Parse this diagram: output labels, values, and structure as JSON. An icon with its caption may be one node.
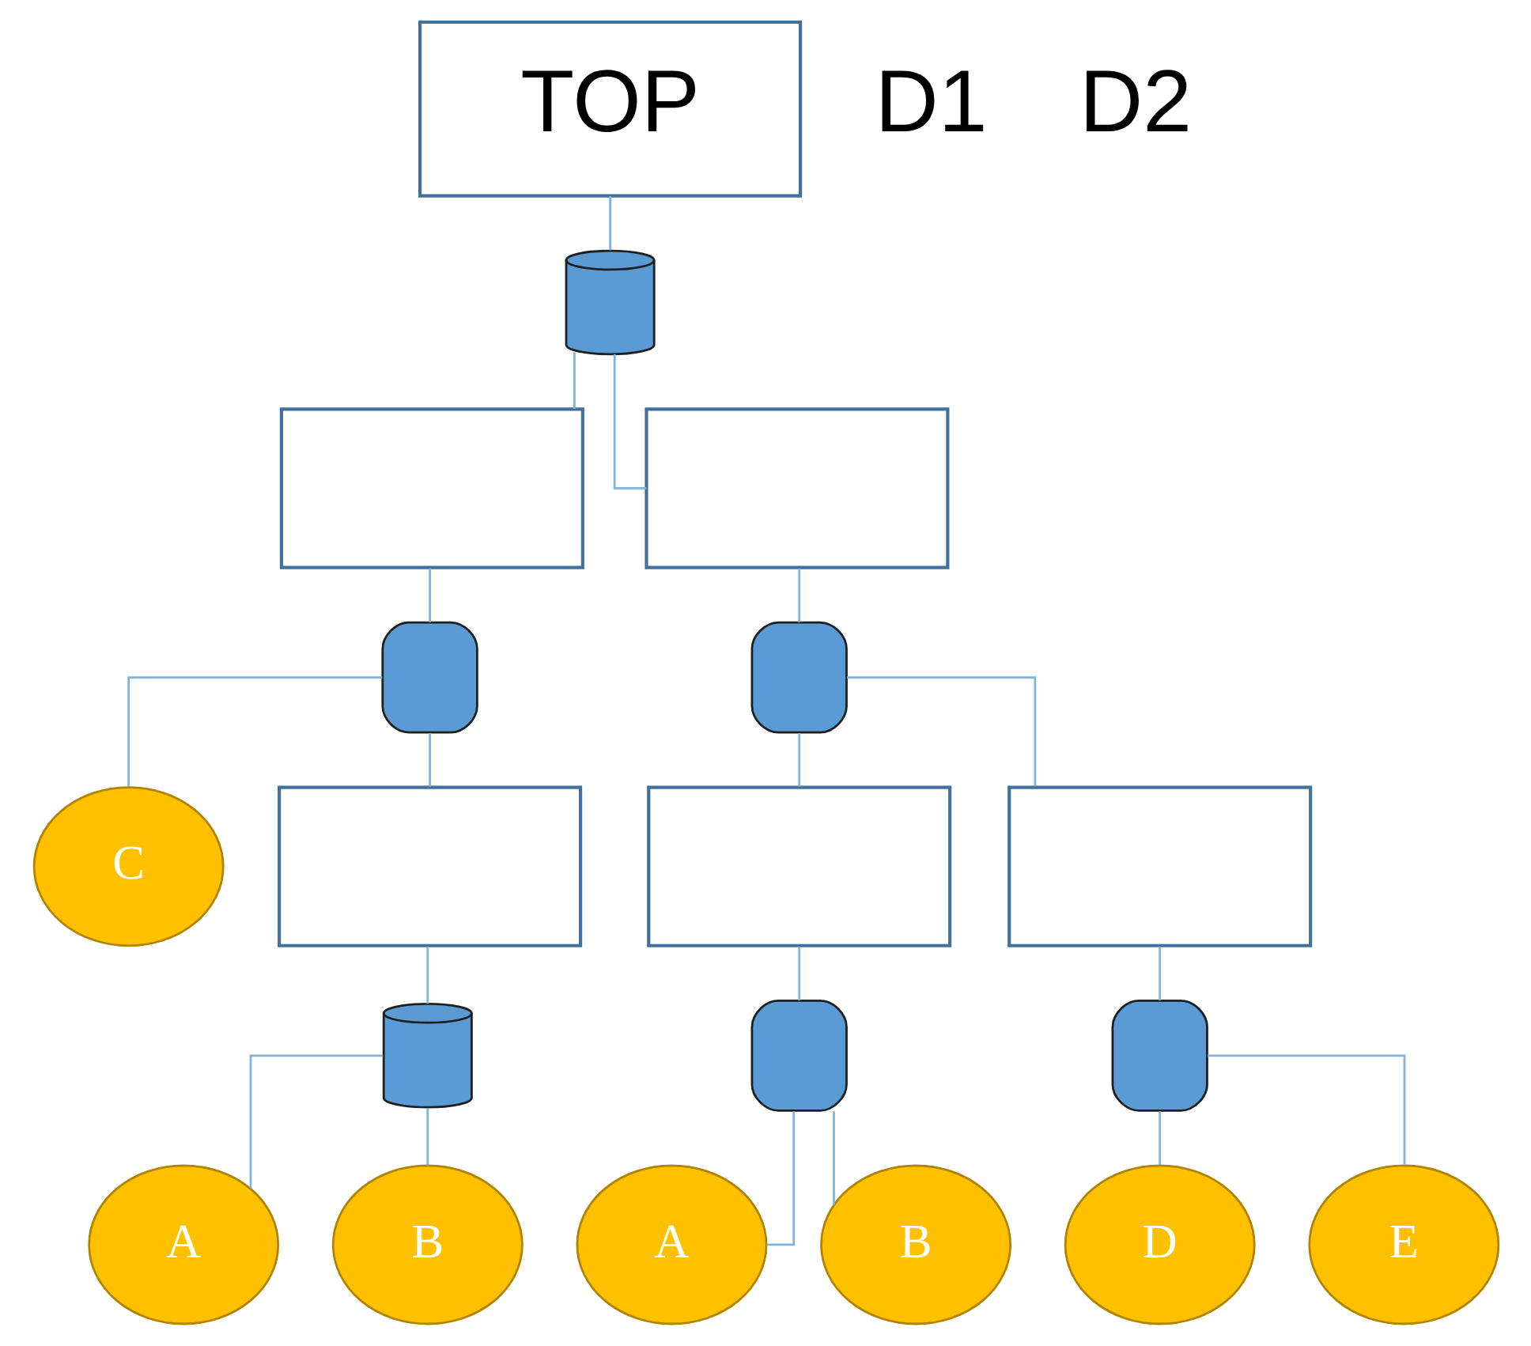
{
  "diagram": {
    "nodes": [
      {
        "text": [
          "TOP"
        ]
      },
      {
        "text": [],
        "shape": "shield"
      },
      {
        "text": [],
        "shape": "box"
      },
      {
        "text": [],
        "shape": "box"
      },
      {
        "text": [],
        "shape": "dome"
      },
      {
        "text": [],
        "shape": "dome"
      },
      {
        "text": [
          "C"
        ]
      },
      {
        "text": [],
        "shape": "box"
      },
      {
        "text": [],
        "shape": "box"
      },
      {
        "text": [],
        "shape": "box"
      },
      {
        "text": [],
        "shape": "shield"
      },
      {
        "text": [],
        "shape": "dome"
      },
      {
        "text": [],
        "shape": "dome"
      },
      {
        "text": [
          "A"
        ]
      },
      {
        "text": [
          "B"
        ]
      },
      {
        "text": [
          "A"
        ]
      },
      {
        "text": [
          "B"
        ]
      },
      {
        "text": [
          "D"
        ]
      },
      {
        "text": [
          "E"
        ]
      }
    ],
    "edges": [
      {
        "from": 0,
        "to": 1,
        "arrow": "none"
      },
      {
        "from": 1,
        "to": 2,
        "arrow": "none"
      },
      {
        "from": 1,
        "to": 3,
        "arrow": "none"
      },
      {
        "from": 2,
        "to": 4,
        "arrow": "none"
      },
      {
        "from": 3,
        "to": 5,
        "arrow": "none"
      },
      {
        "from": 4,
        "to": 6,
        "arrow": "none"
      },
      {
        "from": 4,
        "to": 7,
        "arrow": "none"
      },
      {
        "from": 5,
        "to": 8,
        "arrow": "none"
      },
      {
        "from": 5,
        "to": 9,
        "arrow": "none"
      },
      {
        "from": 7,
        "to": 10,
        "arrow": "none"
      },
      {
        "from": 8,
        "to": 11,
        "arrow": "none"
      },
      {
        "from": 9,
        "to": 12,
        "arrow": "none"
      },
      {
        "from": 10,
        "to": 13,
        "arrow": "none"
      },
      {
        "from": 10,
        "to": 14,
        "arrow": "none"
      },
      {
        "from": 11,
        "to": 15,
        "arrow": "none"
      },
      {
        "from": 11,
        "to": 16,
        "arrow": "none"
      },
      {
        "from": 12,
        "to": 17,
        "arrow": "none"
      },
      {
        "from": 12,
        "to": 18,
        "arrow": "none"
      }
    ],
    "labels": [
      "D1",
      "D2"
    ]
  }
}
